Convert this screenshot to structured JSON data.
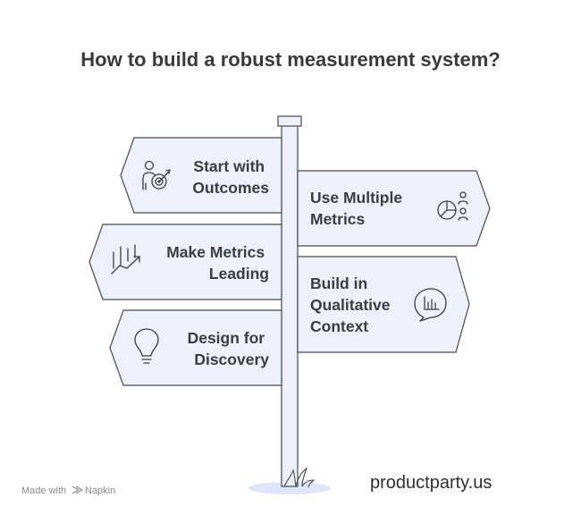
{
  "title": "How to build a robust measurement system?",
  "signs": [
    {
      "id": "start",
      "lines": [
        "Start with",
        "Outcomes"
      ],
      "icon": "person-target-icon"
    },
    {
      "id": "multiple",
      "lines": [
        "Use Multiple",
        "Metrics"
      ],
      "icon": "pie-chart-people-icon"
    },
    {
      "id": "leading",
      "lines": [
        "Make Metrics",
        "Leading"
      ],
      "icon": "growth-chart-icon"
    },
    {
      "id": "qualitative",
      "lines": [
        "Build in",
        "Qualitative",
        "Context"
      ],
      "icon": "chat-bar-chart-icon"
    },
    {
      "id": "discovery",
      "lines": [
        "Design for",
        "Discovery"
      ],
      "icon": "lightbulb-icon"
    }
  ],
  "brand": "productparty.us",
  "footer": {
    "made_with": "Made with",
    "tool": "Napkin",
    "icon": "napkin-logo-icon"
  },
  "colors": {
    "sign_fill": "#edf1fd",
    "outline": "#4a4a4a",
    "text": "#3d3d3d",
    "ground": "#dde6fb"
  }
}
